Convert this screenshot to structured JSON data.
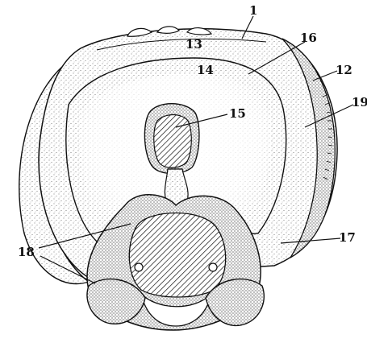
{
  "labels": {
    "l1": "1",
    "l12": "12",
    "l13": "13",
    "l14": "14",
    "l15": "15",
    "l16": "16",
    "l17": "17",
    "l18": "18",
    "l19": "19"
  }
}
